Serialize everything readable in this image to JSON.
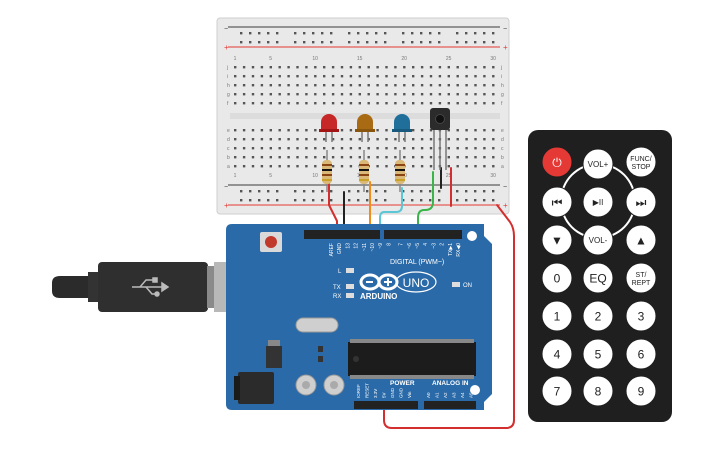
{
  "breadboard": {
    "top_numbers": [
      "1",
      "5",
      "10",
      "15",
      "20",
      "25",
      "30"
    ],
    "bottom_numbers": [
      "1",
      "5",
      "10",
      "15",
      "20",
      "25",
      "30"
    ],
    "row_letters_top": [
      "j",
      "i",
      "h",
      "g",
      "f"
    ],
    "row_letters_bottom": [
      "e",
      "d",
      "c",
      "b",
      "a"
    ]
  },
  "components": {
    "leds": [
      {
        "name": "red-led",
        "color": "#c62828"
      },
      {
        "name": "yellow-led",
        "color": "#a86a12"
      },
      {
        "name": "blue-led",
        "color": "#1f6f9a"
      }
    ],
    "ir_receiver": "ir-receiver",
    "wire_colors": {
      "red": "#d32f2f",
      "orange": "#f08c1a",
      "cyan": "#5bc6d6",
      "green": "#3ab54a",
      "black": "#222222"
    }
  },
  "arduino": {
    "board_color": "#2a6aa8",
    "logo_text": "ARDUINO",
    "model": "UNO",
    "digital_label": "DIGITAL (PWM~)",
    "power_label": "POWER",
    "analog_label": "ANALOG IN",
    "on_label": "ON",
    "led_labels": [
      "L",
      "TX",
      "RX"
    ],
    "top_pin_labels": [
      "AREF",
      "GND",
      "13",
      "12",
      "~11",
      "~10",
      "~9",
      "8",
      "7",
      "~6",
      "~5",
      "4",
      "~3",
      "2",
      "TX▶1",
      "RX◀0"
    ],
    "power_pin_labels": [
      "IOREF",
      "RESET",
      "3.3V",
      "5V",
      "GND",
      "GND",
      "Vin"
    ],
    "analog_pin_labels": [
      "A0",
      "A1",
      "A2",
      "A3",
      "A4",
      "A5"
    ]
  },
  "remote": {
    "buttons": [
      {
        "id": "power",
        "label": "⏻",
        "red": true
      },
      {
        "id": "vol-plus",
        "label": "VOL+"
      },
      {
        "id": "func-stop",
        "label": "FUNC/",
        "label2": "STOP"
      },
      {
        "id": "prev",
        "label": "⏮"
      },
      {
        "id": "play-pause",
        "label": "▶II"
      },
      {
        "id": "next",
        "label": "⏭"
      },
      {
        "id": "down",
        "label": "▼"
      },
      {
        "id": "vol-minus",
        "label": "VOL-"
      },
      {
        "id": "up",
        "label": "▲"
      },
      {
        "id": "0",
        "label": "0"
      },
      {
        "id": "eq",
        "label": "EQ"
      },
      {
        "id": "st-rept",
        "label": "ST/",
        "label2": "REPT"
      },
      {
        "id": "1",
        "label": "1"
      },
      {
        "id": "2",
        "label": "2"
      },
      {
        "id": "3",
        "label": "3"
      },
      {
        "id": "4",
        "label": "4"
      },
      {
        "id": "5",
        "label": "5"
      },
      {
        "id": "6",
        "label": "6"
      },
      {
        "id": "7",
        "label": "7"
      },
      {
        "id": "8",
        "label": "8"
      },
      {
        "id": "9",
        "label": "9"
      }
    ]
  }
}
